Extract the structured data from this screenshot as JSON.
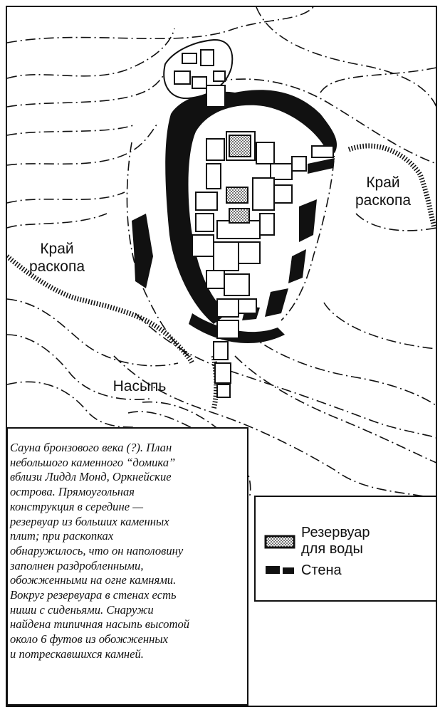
{
  "map": {
    "labels": {
      "edge_right": "Край\nраскопа",
      "edge_left": "Край\nраскопа",
      "mound": "Насыпь"
    }
  },
  "caption": {
    "text": "Сауна бронзового века (?). План\nнебольшого каменного “домика”\nвблизи Лиддл Монд, Оркнейские\nострова. Прямоугольная\nконструкция в середине —\nрезервуар из больших каменных\nплит; при раскопках\nобнаружилось, что он наполовину\nзаполнен раздробленными,\nобожженными на огне камнями.\nВокруг резервуара в стенах есть\nниши с сиденьями. Снаружи\nнайдена типичная насыпь высотой\nоколо 6 футов из обожженных\nи потрескавшихся камней."
  },
  "legend": {
    "items": [
      {
        "icon": "water-tank-icon",
        "label": "Резервуар\nдля воды"
      },
      {
        "icon": "wall-icon",
        "label": "Стена"
      }
    ]
  },
  "colors": {
    "ink": "#111111",
    "paper": "#ffffff"
  }
}
